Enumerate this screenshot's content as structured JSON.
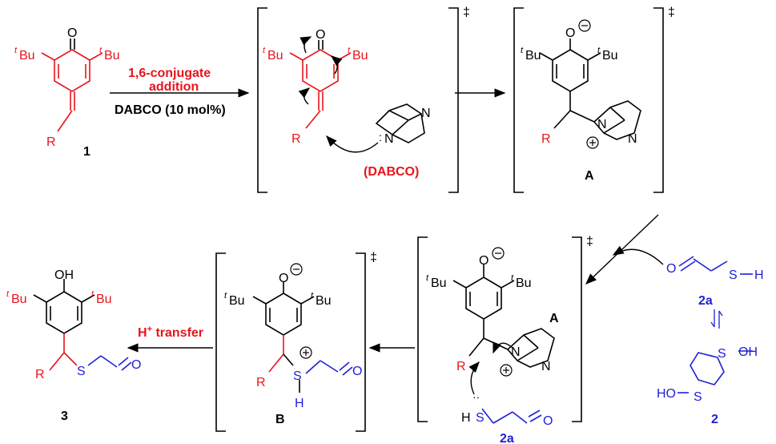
{
  "colors": {
    "red": "#e8141c",
    "blue": "#1f1fd6",
    "black": "#000000"
  },
  "labels": {
    "compound1": "1",
    "tBu": "Bu",
    "tBu_sup": "t",
    "oxygen": "O",
    "R": "R",
    "step1_line1": "1,6-conjugate",
    "step1_line2": "addition",
    "step1_catalyst": "DABCO (10 mol%)",
    "dabco_label": "(DABCO)",
    "N": "N",
    "intermediateA": "A",
    "intermediateA2": "A",
    "dagger": "‡",
    "compound2a": "2a",
    "compound2a_bottom": "2a",
    "compound2": "2",
    "SH_S": "S",
    "SH_H": "H",
    "OH": "OH",
    "HO": "HO",
    "S": "S",
    "intermediateB": "B",
    "H": "H",
    "ht_H": "H",
    "ht_plus": "+",
    "ht_transfer": " transfer",
    "compound3": "3",
    "OH_top": "OH"
  }
}
